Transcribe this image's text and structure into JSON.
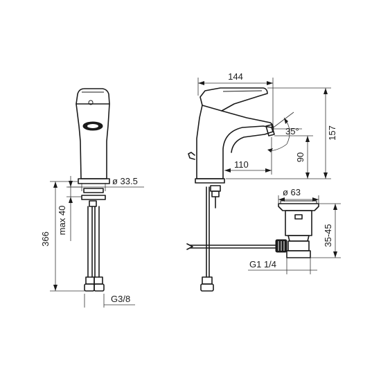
{
  "dimensions": {
    "width_total": "144",
    "height_total": "157",
    "spout_reach": "110",
    "spout_height": "90",
    "lever_angle": "35°",
    "base_diameter": "ø 33.5",
    "total_height": "366",
    "max_deck": "max 40",
    "hose_thread": "G3/8",
    "waste_diameter": "ø 63",
    "waste_height": "35-45",
    "waste_thread": "G1 1/4"
  }
}
